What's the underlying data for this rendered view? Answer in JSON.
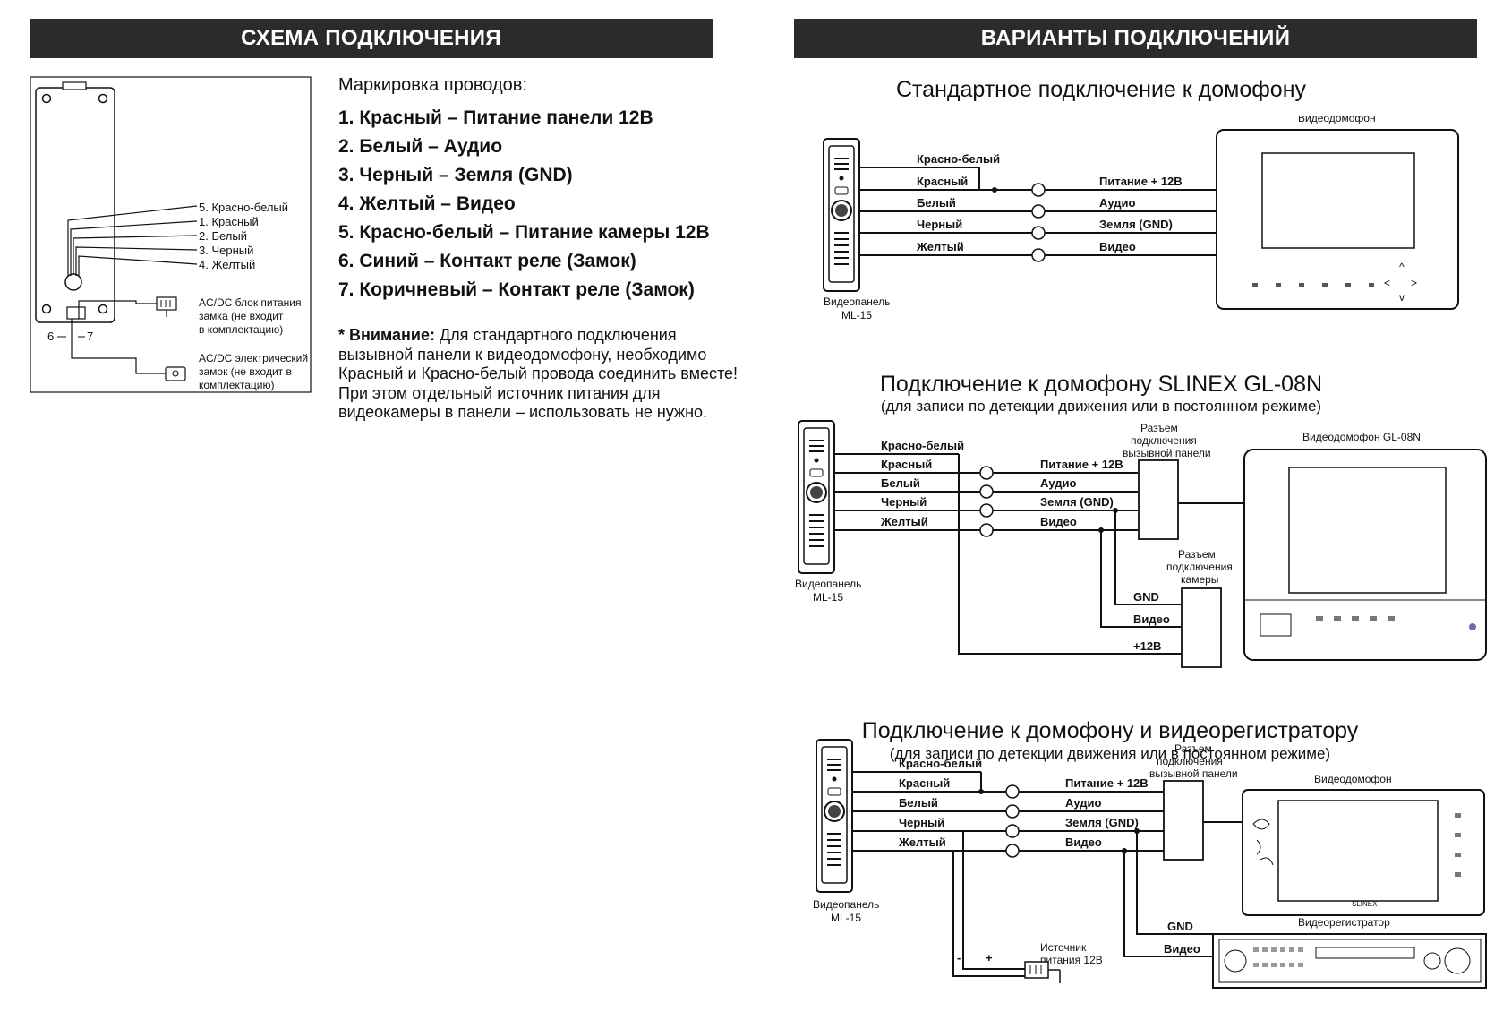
{
  "left": {
    "header": "СХЕМА ПОДКЛЮЧЕНИЯ",
    "marking_title": "Маркировка проводов:",
    "wires": [
      "1. Красный – Питание панели 12В",
      "2. Белый – Аудио",
      "3. Черный – Земля (GND)",
      "4. Желтый – Видео",
      "5. Красно-белый – Питание камеры 12В",
      "6. Синий – Контакт реле (Замок)",
      "7. Коричневый – Контакт реле (Замок)"
    ],
    "note_bold": "* Внимание:",
    "note_text": " Для стандартного подключения вызывной панели к видеодомофону, необходимо Красный и Красно-белый провода соединить вместе! При этом отдельный источник питания для видеокамеры в панели – использовать не нужно.",
    "panel": {
      "wire_labels": [
        "5. Красно-белый",
        "1. Красный",
        "2. Белый",
        "3. Черный",
        "4. Желтый"
      ],
      "psu_label": [
        "AC/DC блок питания",
        "замка (не входит",
        "в комплектацию)"
      ],
      "lock_label": [
        "AC/DC электрический",
        "замок (не входит в",
        "комплектацию)"
      ],
      "contact_6": "6",
      "contact_7": "7"
    }
  },
  "right": {
    "header": "ВАРИАНТЫ ПОДКЛЮЧЕНИЙ",
    "panel_label": [
      "Видеопанель",
      "ML-15"
    ],
    "wire_colors": [
      "Красно-белый",
      "Красный",
      "Белый",
      "Черный",
      "Желтый"
    ],
    "signals": [
      "Питание + 12В",
      "Аудио",
      "Земля (GND)",
      "Видео"
    ],
    "section1": {
      "title": "Стандартное подключение к домофону",
      "monitor": "Видеодомофон"
    },
    "section2": {
      "title": "Подключение к домофону SLINEX GL-08N",
      "subtitle": "(для записи по детекции движения или в постоянном режиме)",
      "monitor": "Видеодомофон GL-08N",
      "connector_panel": [
        "Разъем",
        "подключения",
        "вызывной панели"
      ],
      "connector_camera": [
        "Разъем",
        "подключения",
        "камеры"
      ],
      "camera_lines": [
        "GND",
        "Видео",
        "+12В"
      ]
    },
    "section3": {
      "title": "Подключение к домофону и видеорегистратору",
      "subtitle": "(для записи по детекции движения или в постоянном режиме)",
      "monitor": "Видеодомофон",
      "connector_panel": [
        "Разъем",
        "подключения",
        "вызывной панели"
      ],
      "dvr": "Видеорегистратор",
      "dvr_lines": [
        "GND",
        "Видео"
      ],
      "psu": [
        "Источник",
        "питания 12В"
      ],
      "minus": "-",
      "plus": "+",
      "brand": "SLINEX"
    }
  },
  "colors": {
    "banner": "#2b2b2b",
    "banner_text": "#ffffff",
    "line": "#111111"
  }
}
